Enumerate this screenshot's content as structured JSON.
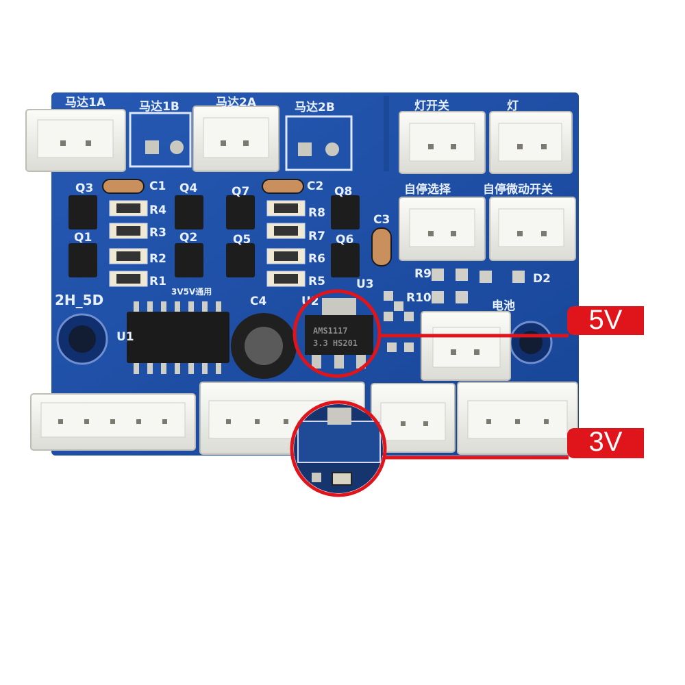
{
  "board": {
    "motor_labels": [
      "马达1A",
      "马达1B",
      "马达2A",
      "马达2B"
    ],
    "right_labels": [
      "灯开关",
      "灯",
      "自停选择",
      "自停微动开关",
      "电池"
    ],
    "component_labels": [
      "Q3",
      "Q4",
      "Q1",
      "Q2",
      "Q7",
      "Q8",
      "Q5",
      "Q6",
      "C1",
      "C2",
      "C3",
      "C4",
      "R1",
      "R2",
      "R3",
      "R4",
      "R5",
      "R6",
      "R7",
      "R8",
      "R9",
      "R10",
      "U1",
      "U2",
      "U3",
      "D2",
      "2H_5D",
      "3V5V通用"
    ],
    "regulator_marking": [
      "AMS1117",
      "3.3  HS201"
    ]
  },
  "callouts": [
    {
      "label": "5V"
    },
    {
      "label": "3V"
    }
  ],
  "colors": {
    "pcb": "#1c4fa6",
    "pcb_dark": "#163f8a",
    "callout_red": "#e0141b",
    "connector": "#f2f2ef"
  }
}
